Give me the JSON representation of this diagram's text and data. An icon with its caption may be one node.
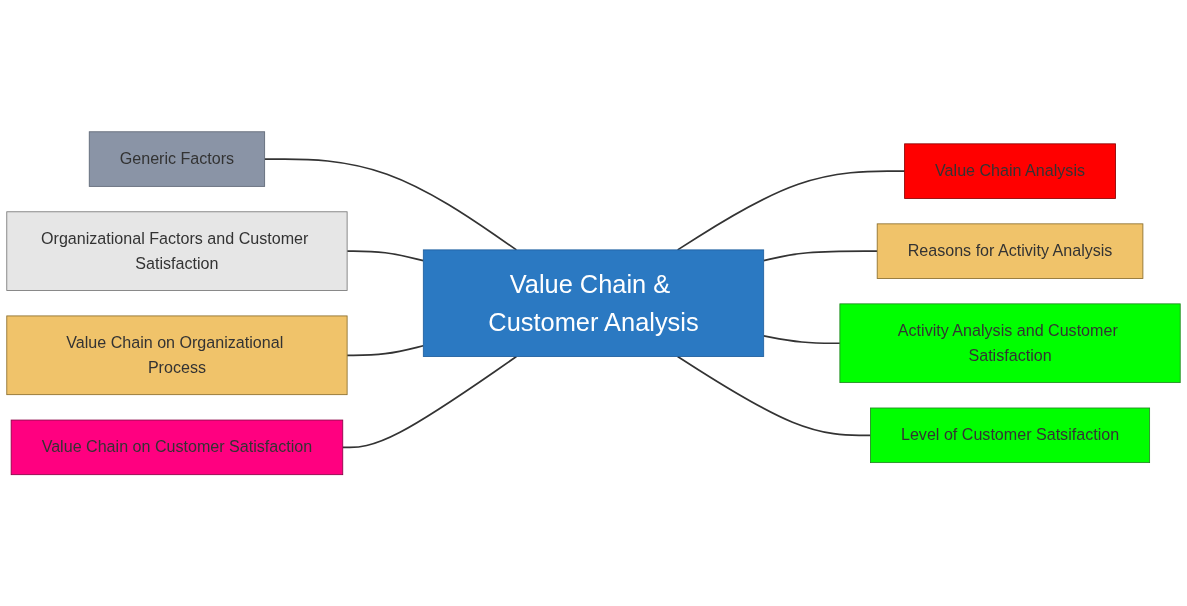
{
  "diagram": {
    "nodes": [
      {
        "text": [
          "Value Chain & Customer Analysis"
        ]
      },
      {
        "text": [
          "Generic Factors"
        ]
      },
      {
        "text": [
          "Organizational Factors and Customer Satisfaction"
        ]
      },
      {
        "text": [
          "Value Chain on Organizational Process"
        ]
      },
      {
        "text": [
          "Value Chain on Customer Satisfaction"
        ]
      },
      {
        "text": [
          "Value Chain Analysis"
        ]
      },
      {
        "text": [
          "Reasons for Activity Analysis"
        ]
      },
      {
        "text": [
          "Activity Analysis and Customer Satisfaction"
        ]
      },
      {
        "text": [
          "Level of Customer Satsifaction"
        ]
      }
    ],
    "edges": [
      {
        "from": 1,
        "to": 0,
        "arrow": "none"
      },
      {
        "from": 2,
        "to": 0,
        "arrow": "none"
      },
      {
        "from": 3,
        "to": 0,
        "arrow": "none"
      },
      {
        "from": 4,
        "to": 0,
        "arrow": "none"
      },
      {
        "from": 0,
        "to": 5,
        "arrow": "none"
      },
      {
        "from": 0,
        "to": 6,
        "arrow": "none"
      },
      {
        "from": 0,
        "to": 7,
        "arrow": "none"
      },
      {
        "from": 0,
        "to": 8,
        "arrow": "none"
      }
    ]
  }
}
